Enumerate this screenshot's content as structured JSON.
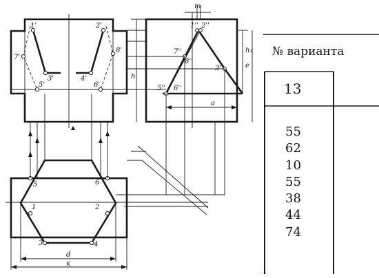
{
  "drawing": {
    "front_view_points": [
      "1'",
      "2'",
      "3'",
      "4'",
      "5'",
      "6'",
      "7'",
      "8'"
    ],
    "side_view_points": [
      "1''",
      "2''",
      "3''",
      "5''",
      "6''",
      "7''",
      "8''"
    ],
    "top_view_points": [
      "1",
      "2",
      "3",
      "4",
      "5",
      "6"
    ],
    "dimensions": [
      "m",
      "h",
      "h₁",
      "e",
      "a",
      "d",
      "к"
    ]
  },
  "table": {
    "header": "№ варианта",
    "variant": "13",
    "values": [
      "55",
      "62",
      "10",
      "55",
      "38",
      "44",
      "74"
    ]
  }
}
